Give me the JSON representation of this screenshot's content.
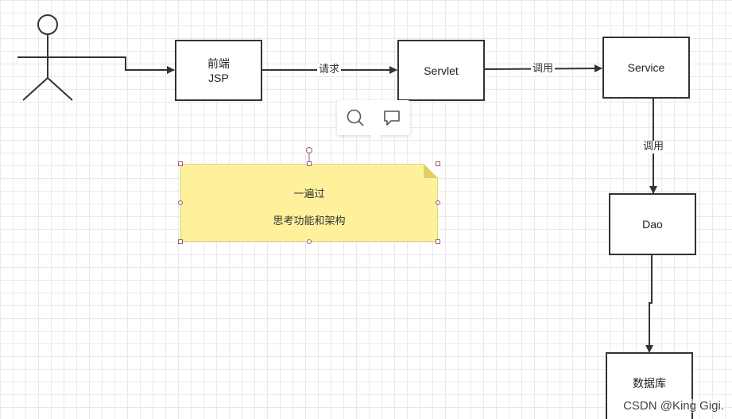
{
  "diagram": {
    "nodes": {
      "frontend": {
        "line1": "前端",
        "line2": "JSP"
      },
      "servlet": {
        "label": "Servlet"
      },
      "service": {
        "label": "Service"
      },
      "dao": {
        "label": "Dao"
      },
      "database": {
        "label": "数据库"
      }
    },
    "edges": {
      "frontend_to_servlet": "请求",
      "servlet_to_service": "调用",
      "service_to_dao": "调用"
    },
    "note": {
      "line1": "一遍过",
      "line2": "思考功能和架构",
      "color": "#fdf19b"
    },
    "toolbar": {
      "search_icon": "search-icon",
      "comment_icon": "comment-icon"
    }
  },
  "watermark": "CSDN @King Gigi.",
  "colors": {
    "stroke": "#333333",
    "selection": "#a0557d",
    "grid": "#e9e9e9"
  }
}
